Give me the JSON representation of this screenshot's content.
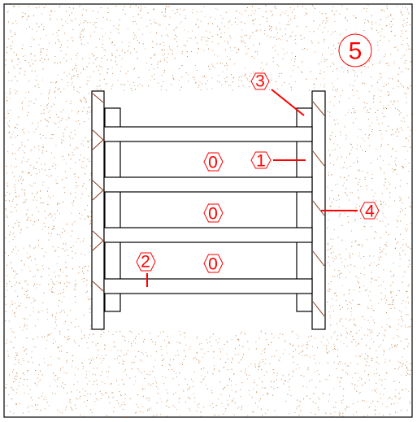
{
  "drawing": {
    "callouts": [
      {
        "label": "5",
        "role": "outer-soil-region"
      },
      {
        "label": "3",
        "role": "right-post-top"
      },
      {
        "label": "1",
        "role": "upper-right-panel"
      },
      {
        "label": "4",
        "role": "right-hatched-post"
      },
      {
        "label": "2",
        "role": "lower-left-rail"
      },
      {
        "label": "0",
        "role": "panel-top"
      },
      {
        "label": "0",
        "role": "panel-middle"
      },
      {
        "label": "0",
        "role": "panel-bottom"
      }
    ],
    "colors": {
      "callout": "#ff0000",
      "soil_speckle": "#b5651d",
      "hatch": "#8b3a1a",
      "outline": "#000000",
      "background": "#ffffff"
    }
  }
}
